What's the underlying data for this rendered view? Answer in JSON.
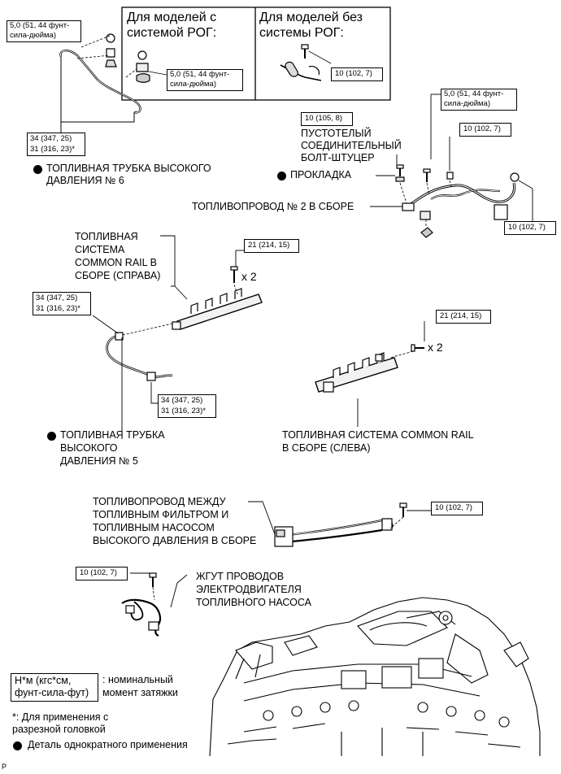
{
  "header": {
    "with_rog": [
      "Для моделей с",
      "системой РОГ:"
    ],
    "without_rog": [
      "Для моделей без",
      "системы РОГ:"
    ]
  },
  "torque": {
    "t1": [
      "5,0 (51, 44 фунт-",
      "сила-дюйма)"
    ],
    "t2": [
      "5,0 (51, 44 фунт-",
      "сила-дюйма)"
    ],
    "t3": "10 (102, 7)",
    "t4": [
      "34 (347, 25)",
      "31 (316, 23)*"
    ],
    "t5": "10 (105, 8)",
    "t6": [
      "5,0 (51, 44 фунт-",
      "сила-дюйма)"
    ],
    "t7": "10 (102, 7)",
    "t8": "10 (102, 7)",
    "t9": "21 (214, 15)",
    "t10": [
      "34 (347, 25)",
      "31 (316, 23)*"
    ],
    "t11": [
      "34 (347, 25)",
      "31 (316, 23)*"
    ],
    "t12": "21 (214, 15)",
    "t13": "10 (102, 7)",
    "t14": "10 (102, 7)"
  },
  "labels": {
    "hp_pipe6": [
      "ТОПЛИВНАЯ ТРУБКА ВЫСОКОГО",
      "ДАВЛЕНИЯ № 6"
    ],
    "hollow_bolt": [
      "ПУСТОТЕЛЫЙ",
      "СОЕДИНИТЕЛЬНЫЙ",
      "БОЛТ-ШТУЦЕР"
    ],
    "gasket": "ПРОКЛАДКА",
    "fuel_pipe2": "ТОПЛИВОПРОВОД № 2 В СБОРЕ",
    "rail_right": [
      "ТОПЛИВНАЯ",
      "СИСТЕМА",
      "COMMON RAIL В",
      "СБОРЕ (СПРАВА)"
    ],
    "x2_a": "x 2",
    "x2_b": "x 2",
    "hp_pipe5": [
      "ТОПЛИВНАЯ ТРУБКА",
      "ВЫСОКОГО",
      "ДАВЛЕНИЯ № 5"
    ],
    "rail_left": [
      "ТОПЛИВНАЯ СИСТЕМА COMMON RAIL",
      "В СБОРЕ (СЛЕВА)"
    ],
    "filter_pipe": [
      "ТОПЛИВОПРОВОД МЕЖДУ",
      "ТОПЛИВНЫМ ФИЛЬТРОМ И",
      "ТОПЛИВНЫМ НАСОСОМ",
      "ВЫСОКОГО ДАВЛЕНИЯ В СБОРЕ"
    ],
    "harness": [
      "ЖГУТ ПРОВОДОВ",
      "ЭЛЕКТРОДВИГАТЕЛЯ",
      "ТОПЛИВНОГО НАСОСА"
    ]
  },
  "legend": {
    "unit_box": [
      "Н*м (кгс*см,",
      "фунт-сила-фут)"
    ],
    "unit_desc": [
      ": номинальный",
      "момент затяжки"
    ],
    "note": [
      "*: Для применения с",
      "разрезной головкой"
    ],
    "single_use": "Деталь однократного применения"
  },
  "footer_code": "P"
}
